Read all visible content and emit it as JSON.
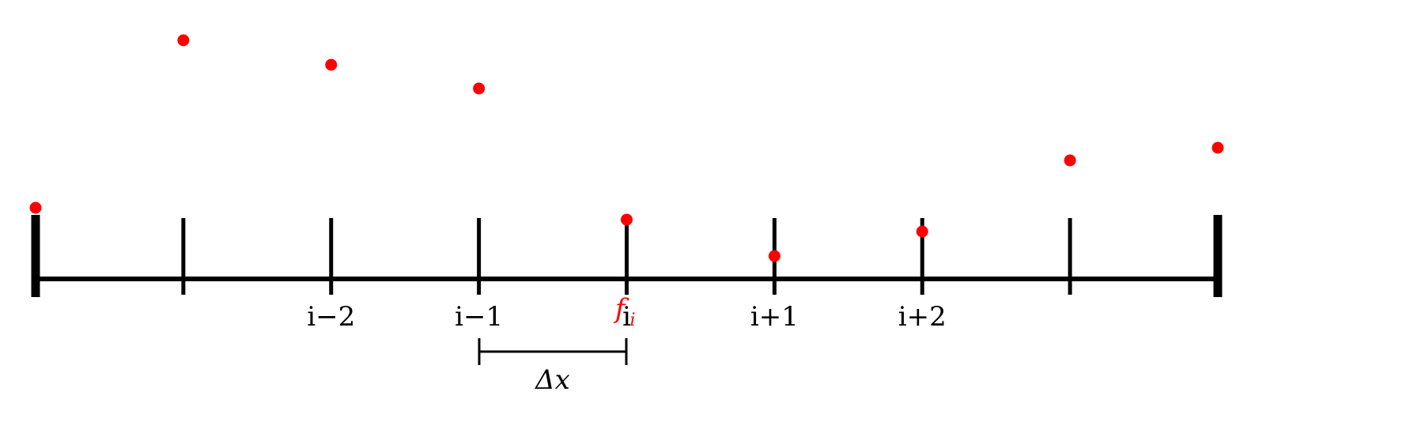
{
  "diagram": {
    "title": "Finite difference grid",
    "node_count": 9,
    "node_labels": [
      "",
      "",
      "i−2",
      "i−1",
      "i",
      "i+1",
      "i+2",
      "",
      ""
    ],
    "sample_values": [
      90,
      302,
      271,
      241,
      75,
      29,
      60,
      150,
      166
    ],
    "highlight_label": "f",
    "highlight_subscript": "i",
    "highlight_node": 4,
    "spacing_label": "Δx",
    "spacing_from_node": 3,
    "spacing_to_node": 4,
    "colors": {
      "axis": "#000000",
      "points": "#ff0000",
      "highlight": "#ff0000"
    }
  }
}
